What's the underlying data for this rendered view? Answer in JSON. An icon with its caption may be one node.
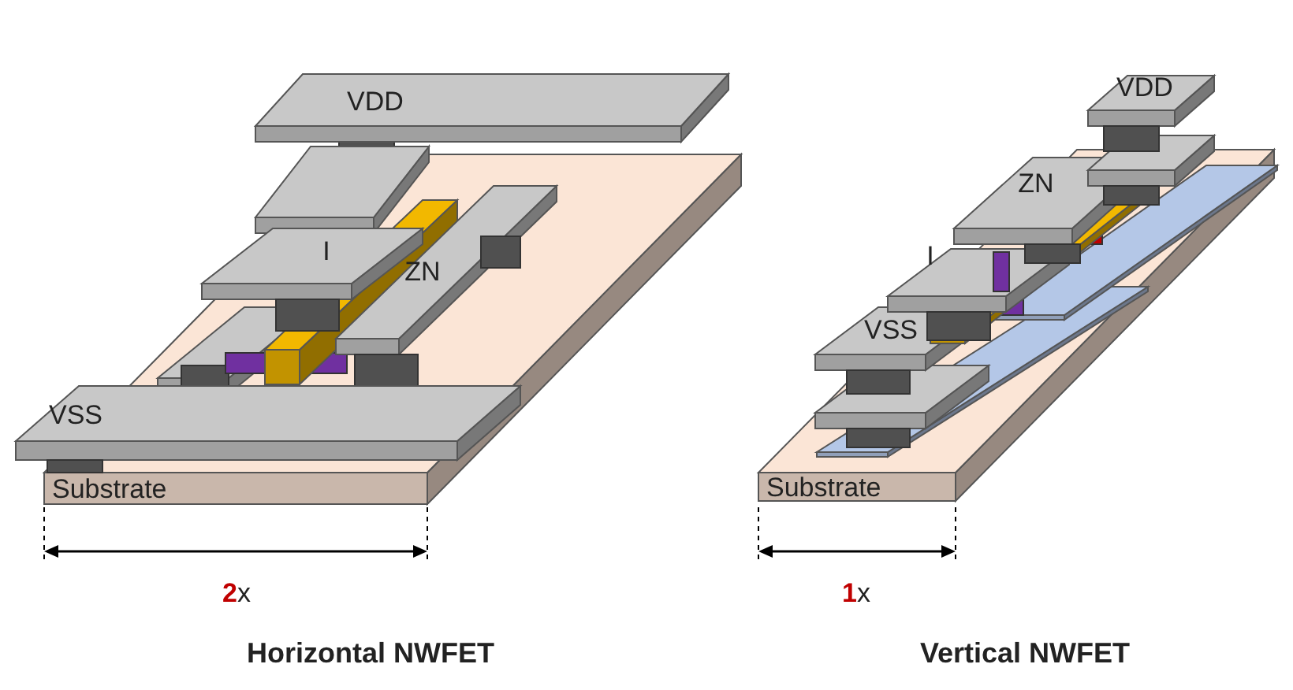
{
  "diagram": {
    "labels": [
      "VDD",
      "I",
      "ZN",
      "VSS",
      "Substrate",
      "2x",
      "Horizontal NWFET",
      "VDD",
      "ZN",
      "I",
      "VSS",
      "Substrate",
      "1x",
      "Vertical NWFET"
    ]
  }
}
